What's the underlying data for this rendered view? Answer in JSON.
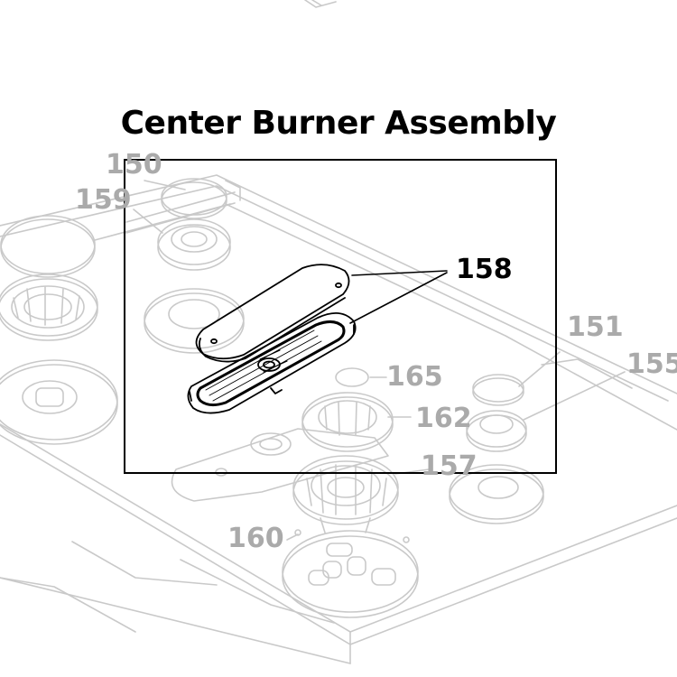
{
  "diagram": {
    "title": "Center Burner Assembly",
    "highlight_part": "158",
    "background_parts": [
      "150",
      "159",
      "151",
      "155",
      "165",
      "162",
      "157",
      "160"
    ],
    "colors": {
      "line_faded": "#c8c8c8",
      "label_faded": "#aaaaaa",
      "line_dark": "#000000",
      "background": "#ffffff"
    }
  }
}
